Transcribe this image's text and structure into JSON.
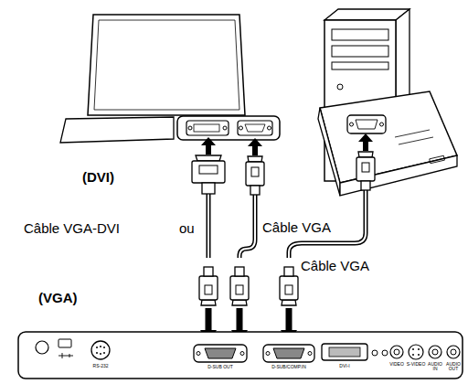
{
  "diagram": {
    "labels": [
      "(DVI)",
      "Câble VGA-DVI",
      "ou",
      "Câble VGA",
      "Câble VGA",
      "(VGA)",
      "RS-232",
      "D-SUB OUT",
      "D-SUB/COMP.IN",
      "DVI-I",
      "VIDEO",
      "S-VIDEO",
      "AUDIO IN",
      "AUDIO OUT"
    ]
  }
}
